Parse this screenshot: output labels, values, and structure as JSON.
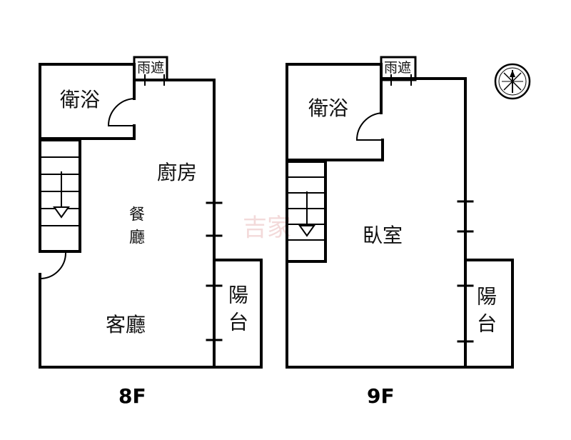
{
  "plans": {
    "floor8": {
      "label": "8F",
      "rooms": {
        "bathroom": "衛浴",
        "canopy": "雨遮",
        "kitchen": "廚房",
        "dining": "餐廳",
        "living": "客廳",
        "balcony": "陽台"
      }
    },
    "floor9": {
      "label": "9F",
      "rooms": {
        "bathroom": "衛浴",
        "canopy": "雨遮",
        "bedroom": "臥室",
        "balcony": "陽台"
      }
    }
  },
  "compass_icon": "compass-rose-icon",
  "watermark": "吉家"
}
